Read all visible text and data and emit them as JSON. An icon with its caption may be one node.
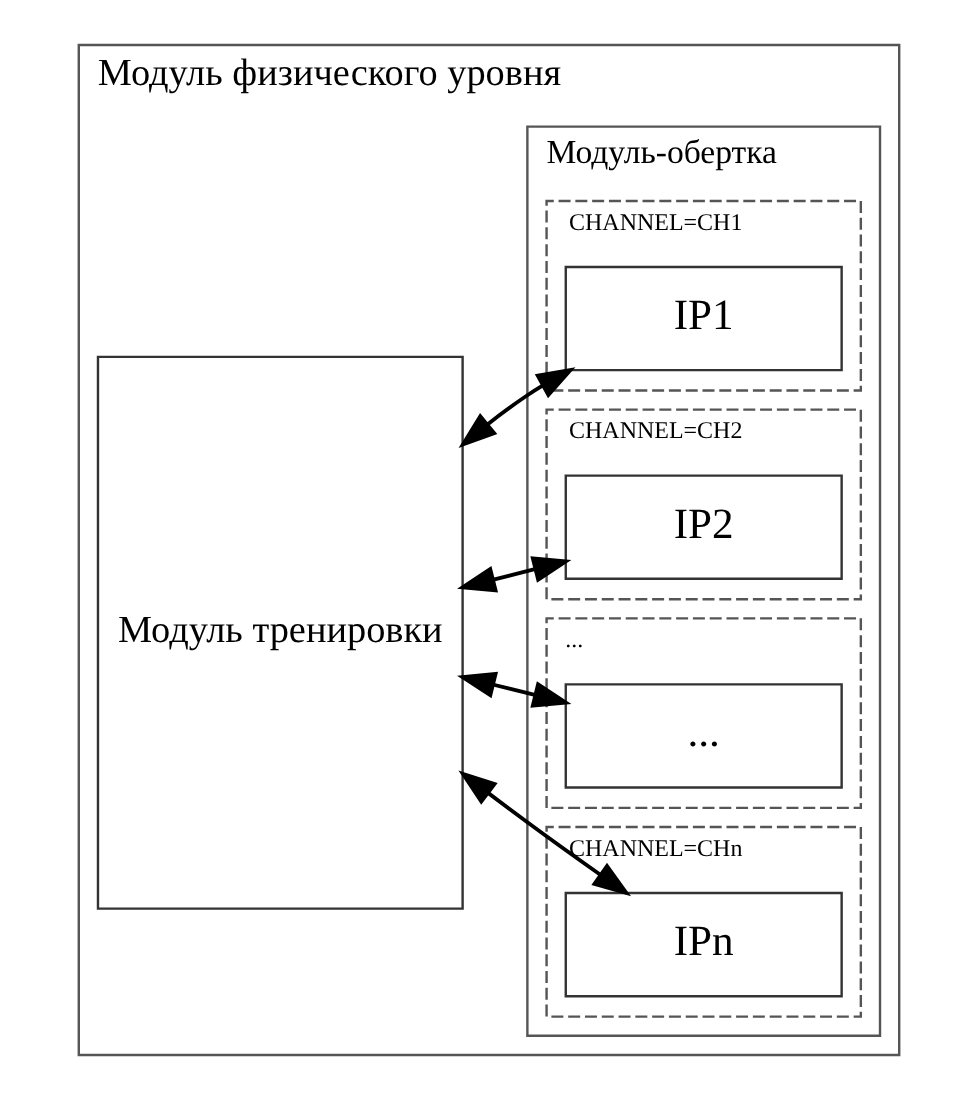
{
  "diagram": {
    "nodes": [
      {
        "text": [
          "Модуль физического уровня"
        ]
      },
      {
        "text": [
          "Модуль тренировки"
        ],
        "in": 0
      },
      {
        "text": [
          "Модуль-обертка"
        ],
        "in": 0
      },
      {
        "text": [
          "CHANNEL=CH1"
        ],
        "in": 2
      },
      {
        "text": [
          "IP1"
        ],
        "in": 3
      },
      {
        "text": [
          "CHANNEL=CH2"
        ],
        "in": 2
      },
      {
        "text": [
          "IP2"
        ],
        "in": 5
      },
      {
        "text": [
          "..."
        ],
        "in": 2
      },
      {
        "text": [
          "..."
        ],
        "in": 7
      },
      {
        "text": [
          "CHANNEL=CHn"
        ],
        "in": 2
      },
      {
        "text": [
          "IPn"
        ],
        "in": 9
      }
    ],
    "edges": [
      {
        "from": 1,
        "to": 4,
        "arrow": "both"
      },
      {
        "from": 1,
        "to": 6,
        "arrow": "both"
      },
      {
        "from": 1,
        "to": 8,
        "arrow": "both"
      },
      {
        "from": 1,
        "to": 10,
        "arrow": "both"
      }
    ]
  }
}
